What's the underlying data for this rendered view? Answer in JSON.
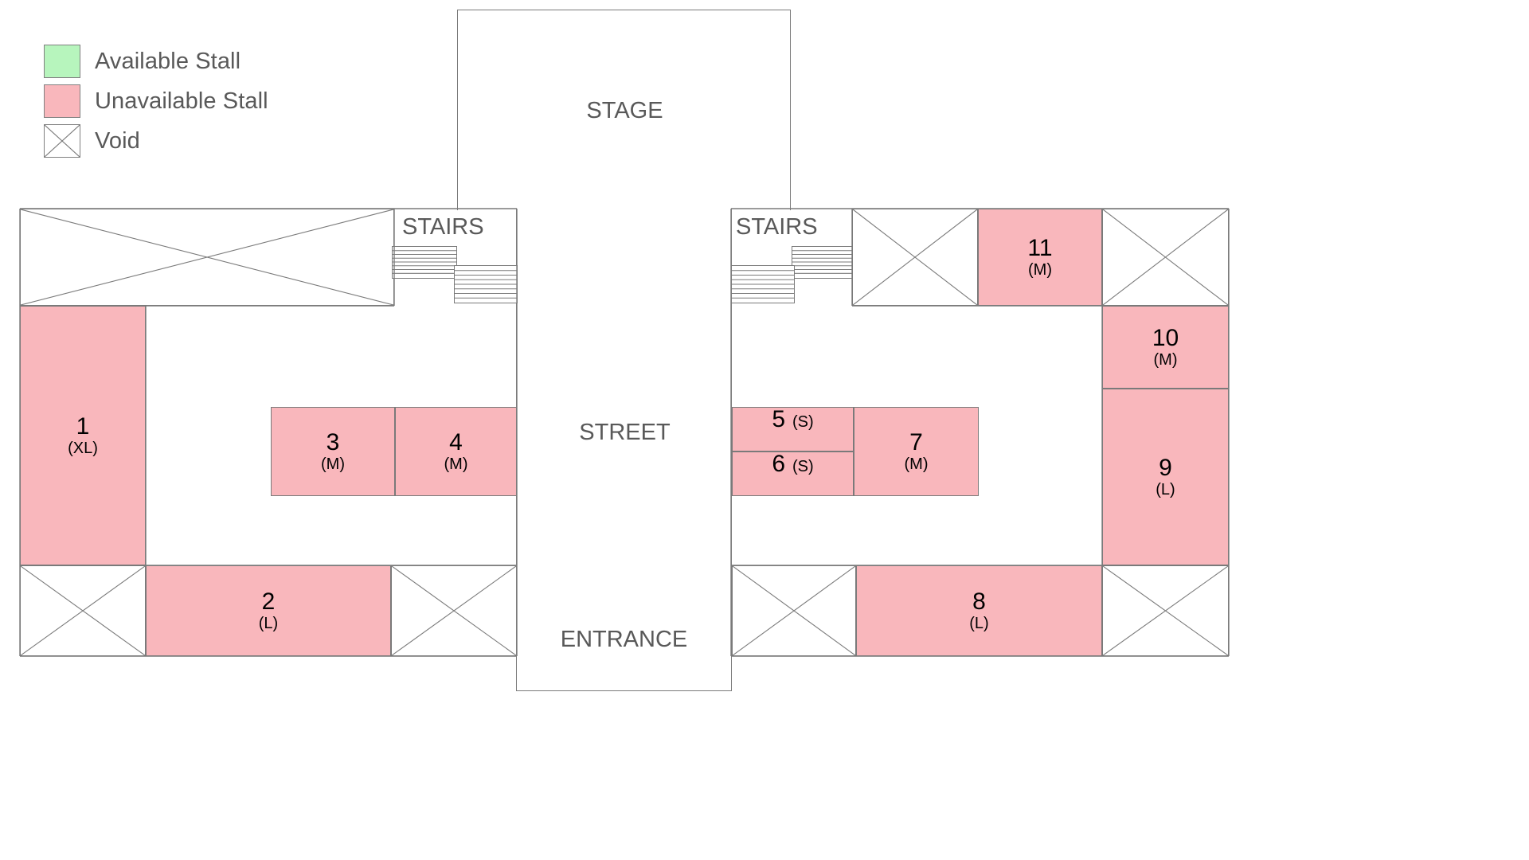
{
  "legend": {
    "items": [
      {
        "id": "available",
        "label": "Available Stall",
        "swatch": "green-square-icon",
        "color": "#b7f5bd"
      },
      {
        "id": "unavailable",
        "label": "Unavailable Stall",
        "swatch": "pink-square-icon",
        "color": "#f9b7bc"
      },
      {
        "id": "void",
        "label": "Void",
        "swatch": "void-cross-icon",
        "color": "#ffffff"
      }
    ]
  },
  "rooms": {
    "stage": "STAGE",
    "street": "STREET",
    "entrance": "ENTRANCE",
    "stairs_left": "STAIRS",
    "stairs_right": "STAIRS"
  },
  "stalls": [
    {
      "id": "1",
      "number": "1",
      "size": "(XL)",
      "status": "unavailable",
      "layout": "stacked"
    },
    {
      "id": "2",
      "number": "2",
      "size": "(L)",
      "status": "unavailable",
      "layout": "stacked"
    },
    {
      "id": "3",
      "number": "3",
      "size": "(M)",
      "status": "unavailable",
      "layout": "stacked"
    },
    {
      "id": "4",
      "number": "4",
      "size": "(M)",
      "status": "unavailable",
      "layout": "stacked"
    },
    {
      "id": "5",
      "number": "5",
      "size": "(S)",
      "status": "unavailable",
      "layout": "inline"
    },
    {
      "id": "6",
      "number": "6",
      "size": "(S)",
      "status": "unavailable",
      "layout": "inline"
    },
    {
      "id": "7",
      "number": "7",
      "size": "(M)",
      "status": "unavailable",
      "layout": "stacked"
    },
    {
      "id": "8",
      "number": "8",
      "size": "(L)",
      "status": "unavailable",
      "layout": "stacked"
    },
    {
      "id": "9",
      "number": "9",
      "size": "(L)",
      "status": "unavailable",
      "layout": "stacked"
    },
    {
      "id": "10",
      "number": "10",
      "size": "(M)",
      "status": "unavailable",
      "layout": "stacked"
    },
    {
      "id": "11",
      "number": "11",
      "size": "(M)",
      "status": "unavailable",
      "layout": "stacked"
    }
  ],
  "colors": {
    "available": "#b7f5bd",
    "unavailable": "#f9b7bc",
    "void": "#ffffff",
    "stroke": "#7a7a7a",
    "label_text": "#595959",
    "stall_text": "#000000"
  },
  "counts": {
    "total_stalls": 11,
    "available_stalls": 0,
    "unavailable_stalls": 11
  }
}
